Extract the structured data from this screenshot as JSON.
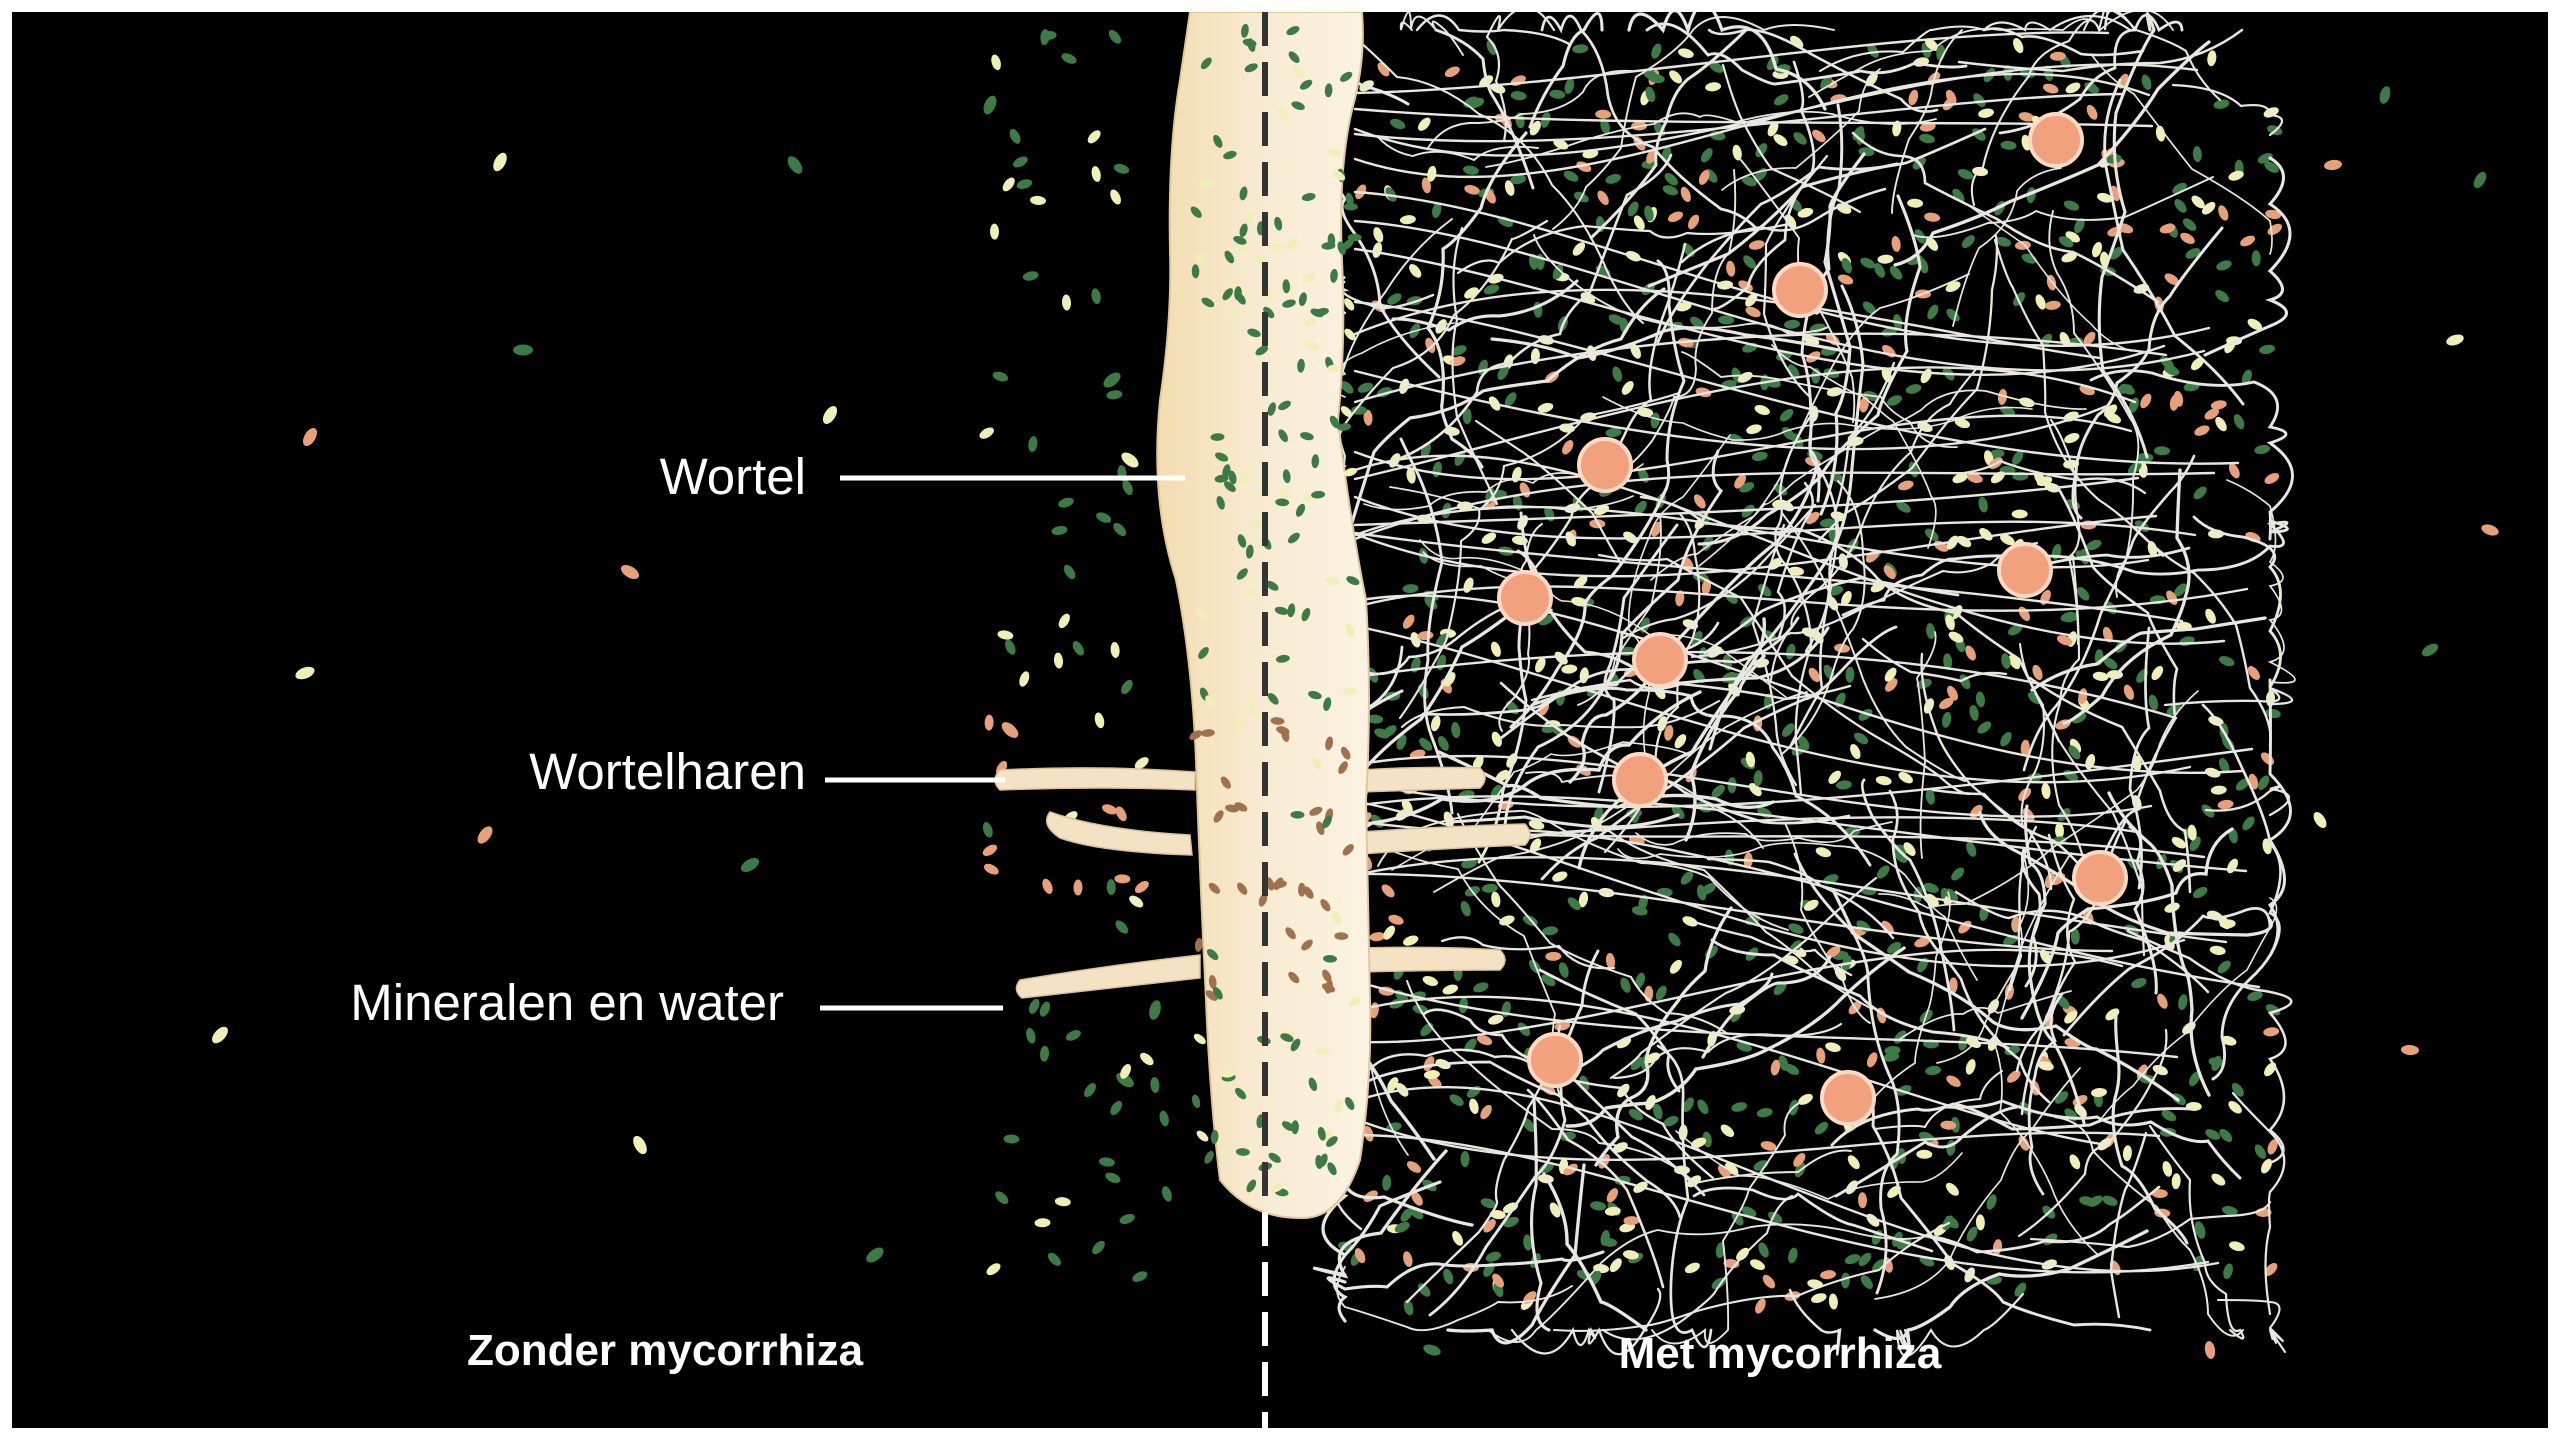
{
  "labels": {
    "root": "Wortel",
    "root_hairs": "Wortelharen",
    "minerals_water": "Mineralen en water"
  },
  "captions": {
    "left": "Zonder mycorrhiza",
    "right": "Met mycorrhiza"
  },
  "colors": {
    "background": "#000000",
    "root_fill": "#f6e6c4",
    "hyphae": "#e8e8e0",
    "particle_green": "#3d7a46",
    "particle_cream": "#f1efb8",
    "particle_peach": "#e8a07a",
    "spore": "#f2a17e",
    "text": "#ffffff"
  }
}
